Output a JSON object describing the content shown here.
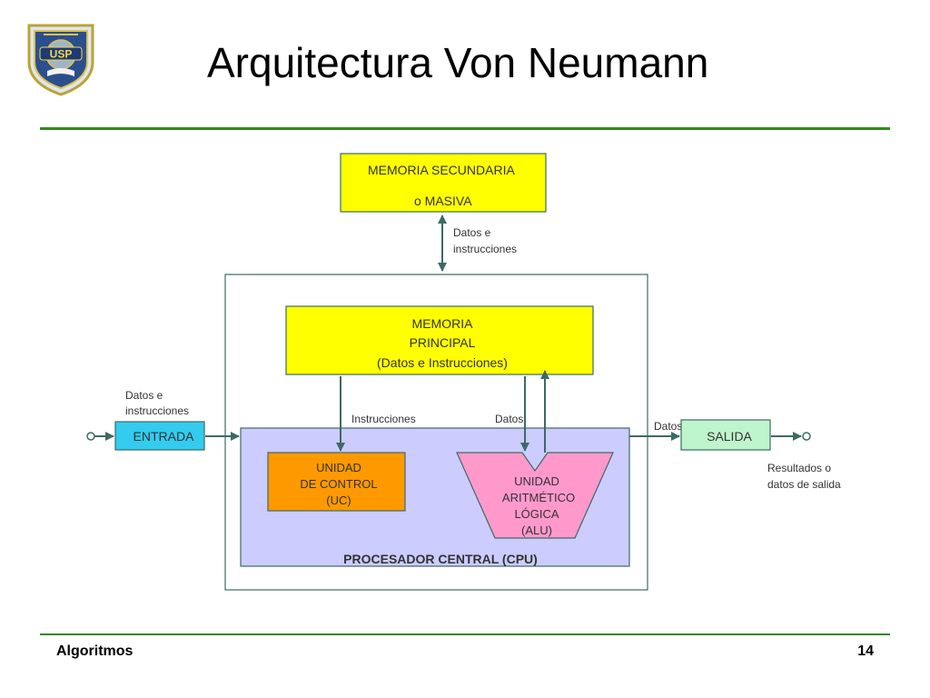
{
  "slide": {
    "title": "Arquitectura Von Neumann",
    "footer_left": "Algoritmos",
    "page_number": "14"
  },
  "logo": {
    "text": "USP",
    "icon": "university-seal-logo"
  },
  "diagram": {
    "secondary_memory": {
      "line1": "MEMORIA SECUNDARIA",
      "line2": "o MASIVA"
    },
    "secondary_link_label": {
      "line1": "Datos e",
      "line2": "instrucciones"
    },
    "main_memory": {
      "line1": "MEMORIA",
      "line2": "PRINCIPAL",
      "line3": "(Datos e Instrucciones)"
    },
    "input_label": {
      "line1": "Datos e",
      "line2": "instrucciones"
    },
    "input": "ENTRADA",
    "instructions_label": "Instrucciones",
    "data_label": "Datos",
    "output_data_label": "Datos",
    "output": "SALIDA",
    "output_result_label": {
      "line1": "Resultados o",
      "line2": "datos de salida"
    },
    "control_unit": {
      "line1": "UNIDAD",
      "line2": "DE CONTROL",
      "line3": "(UC)"
    },
    "alu": {
      "line1": "UNIDAD",
      "line2": "ARITMÉTICO",
      "line3": "LÓGICA",
      "line4": "(ALU)"
    },
    "cpu_label": "PROCESADOR CENTRAL (CPU)",
    "colors": {
      "memory": "#ffff00",
      "input": "#33ccee",
      "output": "#bff5cc",
      "control_unit": "#ff9900",
      "alu": "#ff99cc",
      "cpu": "#ccccff",
      "arrow": "#3d6b64",
      "rule": "#2f8a1f"
    }
  }
}
